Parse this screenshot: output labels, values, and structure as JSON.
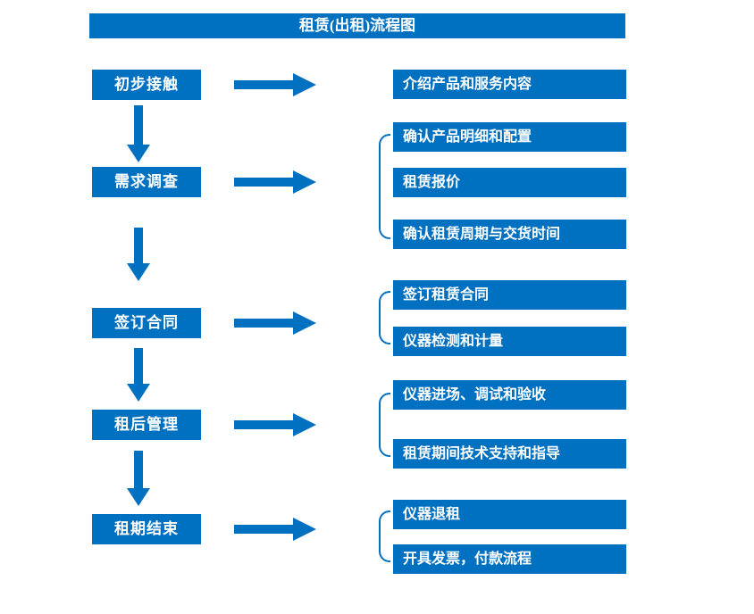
{
  "title": "租赁(出租)流程图",
  "colors": {
    "primary_blue": "#0070C0",
    "text_on_blue": "#ffffff",
    "background": "#ffffff"
  },
  "icons": {
    "right_arrow": "right-arrow solid blue CSS shape",
    "down_arrow": "down-arrow solid blue CSS shape",
    "group_bracket": "left-rounded brace CSS shape"
  },
  "stages": [
    {
      "label": "初步接触",
      "details": [
        "介绍产品和服务内容"
      ]
    },
    {
      "label": "需求调查",
      "details": [
        "确认产品明细和配置",
        "租赁报价",
        "确认租赁周期与交货时间"
      ]
    },
    {
      "label": "签订合同",
      "details": [
        "签订租赁合同",
        "仪器检测和计量"
      ]
    },
    {
      "label": "租后管理",
      "details": [
        "仪器进场、调试和验收",
        "租赁期间技术支持和指导"
      ]
    },
    {
      "label": "租期结束",
      "details": [
        "仪器退租",
        "开具发票，付款流程"
      ]
    }
  ]
}
